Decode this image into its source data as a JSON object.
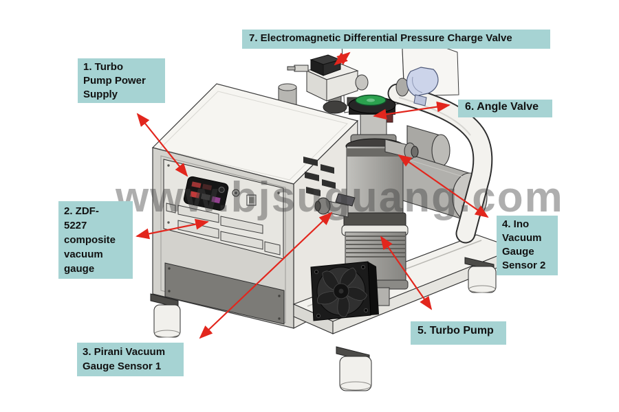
{
  "watermark": "www.bjsuguang.com",
  "colors": {
    "label_bg": "#a6d3d3",
    "label_text": "#111111",
    "arrow": "#e2261d",
    "watermark": "#9f9f9f",
    "valve_knob_green": "#2ba14e"
  },
  "callouts": [
    {
      "text": "1. Turbo\nPump Power\nSupply"
    },
    {
      "text": "2. ZDF-\n5227\ncomposite\nvacuum\ngauge"
    },
    {
      "text": "3. Pirani Vacuum\nGauge Sensor 1"
    },
    {
      "text": "4. Ino\nVacuum\nGauge\nSensor 2"
    },
    {
      "text": "5. Turbo Pump"
    },
    {
      "text": "6. Angle Valve"
    },
    {
      "text": "7. Electromagnetic Differential Pressure Charge Valve"
    }
  ]
}
